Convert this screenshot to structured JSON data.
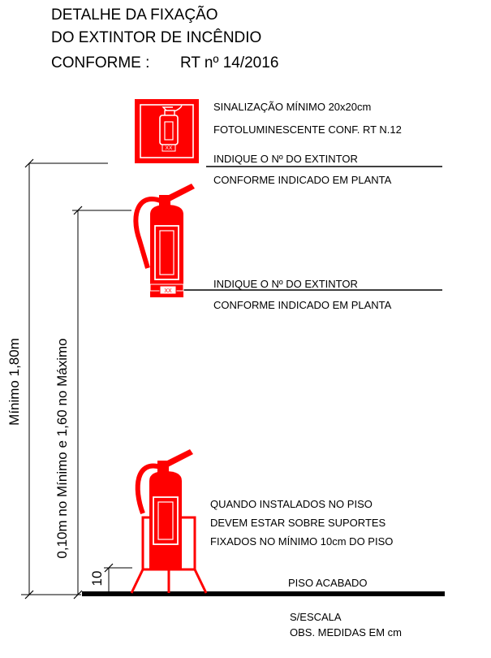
{
  "title": {
    "line1": "DETALHE DA FIXAÇÃO",
    "line2": "DO EXTINTOR DE INCÊNDIO",
    "line3_prefix": "CONFORME :",
    "line3_value": "RT nº 14/2016"
  },
  "sign_note": {
    "line1": "SINALIZAÇÃO MÍNIMO 20x20cm",
    "line2": "FOTOLUMINESCENTE CONF. RT N.12"
  },
  "sign_number_note": {
    "line1": "INDIQUE O Nº DO EXTINTOR",
    "line2": "CONFORME INDICADO EM PLANTA"
  },
  "wall_extinguisher_note": {
    "line1": "INDIQUE O Nº DO EXTINTOR",
    "line2": "CONFORME INDICADO EM PLANTA"
  },
  "floor_note": {
    "line1": "QUANDO INSTALADOS NO PISO",
    "line2": "DEVEM ESTAR SOBRE SUPORTES",
    "line3": "FIXADOS NO MÍNIMO 10cm DO PISO"
  },
  "floor_label": "PISO ACABADO",
  "scale_note": {
    "line1": "S/ESCALA",
    "line2": "OBS. MEDIDAS EM cm"
  },
  "dimensions": {
    "sign_height": "Mínimo 1,80m",
    "extinguisher_height": "0,10m no Mínimo e 1,60 no Máximo",
    "support_height": "10"
  },
  "extinguisher_tag": "XX",
  "colors": {
    "red": "#ff0000",
    "line": "#000000",
    "background": "#ffffff"
  }
}
